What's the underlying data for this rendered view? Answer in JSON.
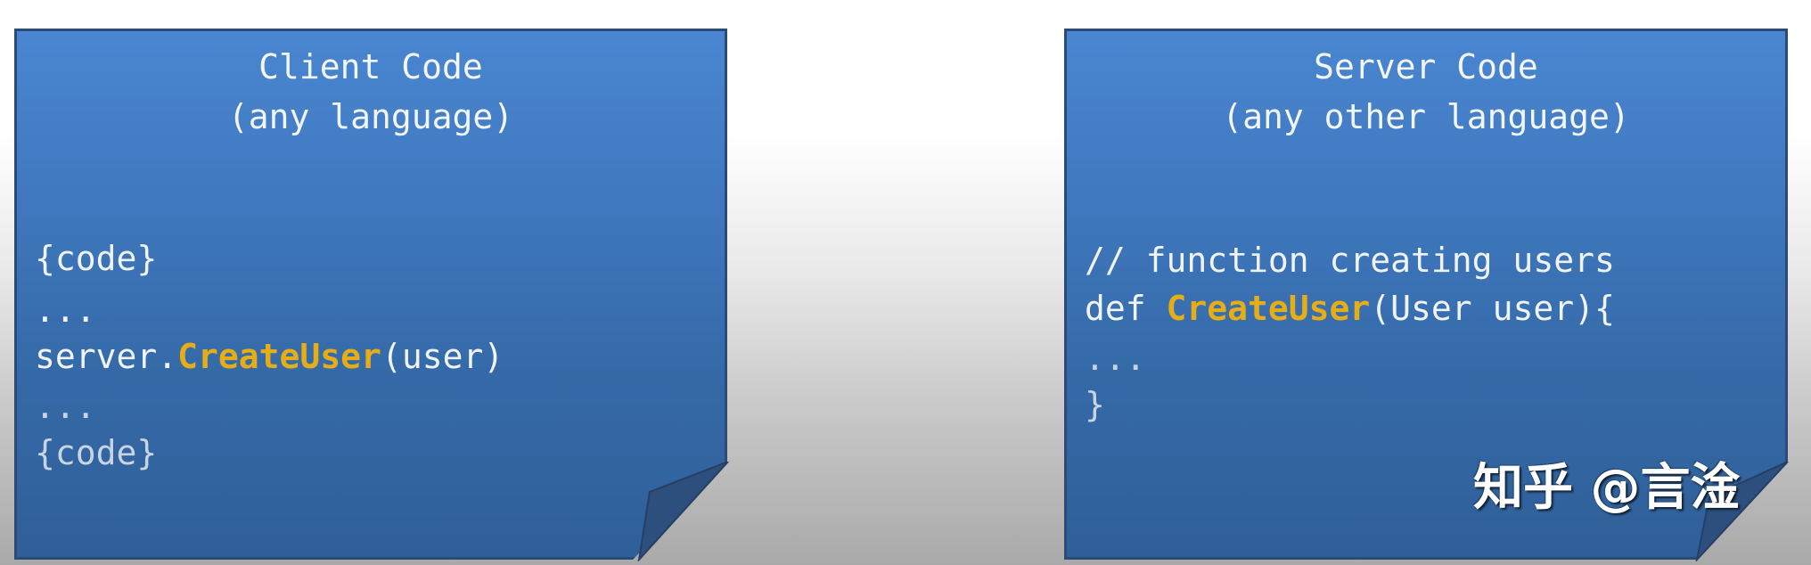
{
  "client_box": {
    "title_line1": "Client Code",
    "title_line2": "(any language)",
    "code": {
      "line1": "{code}",
      "line2": "...",
      "line3_prefix": "server.",
      "line3_method": "CreateUser",
      "line3_suffix": "(user)",
      "line4": "...",
      "line5": "{code}"
    }
  },
  "server_box": {
    "title_line1": "Server Code",
    "title_line2": "(any other language)",
    "code": {
      "line1": "// function creating users",
      "line2_prefix": "def ",
      "line2_method": "CreateUser",
      "line2_suffix": "(User user){",
      "line3": "...",
      "line4": "}"
    }
  },
  "watermark": {
    "text": "知乎 @言淦"
  },
  "colors": {
    "note_blue": "#4079c0",
    "note_border": "#2a4a78",
    "highlight": "#e7ad16",
    "text": "#f0f3f8"
  }
}
